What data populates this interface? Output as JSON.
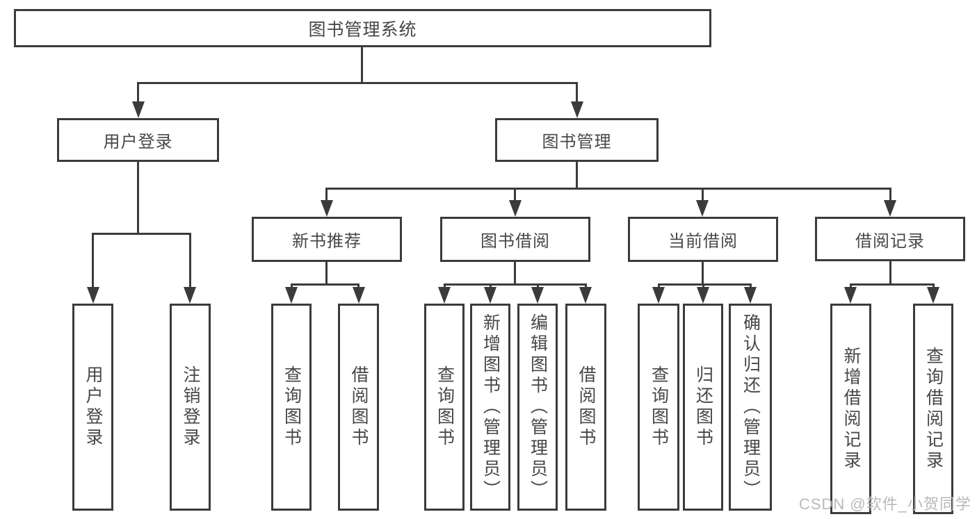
{
  "nodes": {
    "root": "图书管理系统",
    "level2": [
      "用户登录",
      "图书管理"
    ],
    "level3": [
      "新书推荐",
      "图书借阅",
      "当前借阅",
      "借阅记录"
    ],
    "leaves": [
      "用户登录",
      "注销登录",
      "查询图书",
      "借阅图书",
      "查询图书",
      "新增图书（管理员）",
      "编辑图书（管理员）",
      "借阅图书",
      "查询图书",
      "归还图书",
      "确认归还（管理员）",
      "新增借阅记录",
      "查询借阅记录"
    ]
  },
  "watermark": {
    "text": "CSDN @软件_小贺同学",
    "color": "#b9b9b9"
  },
  "colors": {
    "line": "#3b3b3b",
    "text": "#474747",
    "background": "#ffffff"
  }
}
